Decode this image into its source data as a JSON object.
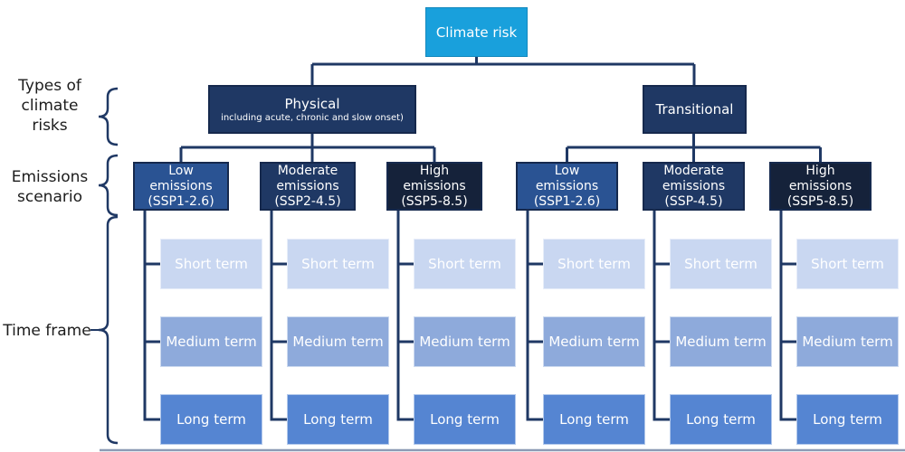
{
  "title": "Climate risk decomposition diagram",
  "colors": {
    "root_bg": "#19a0dc",
    "branch_bg": "#1f3864",
    "scenario_low_bg": "#2a5393",
    "scenario_moderate_bg": "#1f3864",
    "scenario_high_bg": "#15223a",
    "short_term_bg": "#c9d7f1",
    "medium_term_bg": "#8eaadb",
    "long_term_bg": "#5585d2",
    "connector": "#1f3864",
    "bottom_rule": "#8d9bb5",
    "text_on_boxes": "#ffffff",
    "side_label_text": "#1c1c1c"
  },
  "root": {
    "label": "Climate risk"
  },
  "side_labels": {
    "types": "Types of\nclimate\nrisks",
    "emissions": "Emissions\nscenario",
    "timeframe": "Time frame"
  },
  "branches": [
    {
      "label": "Physical",
      "subtitle": "including acute, chronic and slow onset)"
    },
    {
      "label": "Transitional"
    }
  ],
  "scenarios": [
    {
      "text": "Low\nemissions\n(SSP1-2.6)",
      "level": "low",
      "parent": "Physical"
    },
    {
      "text": "Moderate\nemissions\n(SSP2-4.5)",
      "level": "moderate",
      "parent": "Physical"
    },
    {
      "text": "High\nemissions\n(SSP5-8.5)",
      "level": "high",
      "parent": "Physical"
    },
    {
      "text": "Low\nemissions\n(SSP1-2.6)",
      "level": "low",
      "parent": "Transitional"
    },
    {
      "text": "Moderate\nemissions\n(SSP-4.5)",
      "level": "moderate",
      "parent": "Transitional"
    },
    {
      "text": "High\nemissions\n(SSP5-8.5)",
      "level": "high",
      "parent": "Transitional"
    }
  ],
  "timeframes": [
    "Short term",
    "Medium term",
    "Long term"
  ]
}
